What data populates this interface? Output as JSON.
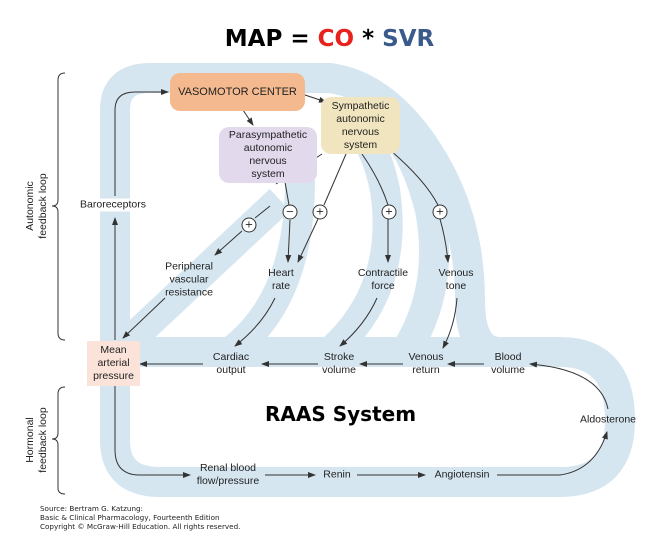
{
  "title": {
    "map": "MAP",
    "eq": "=",
    "co": "CO",
    "times": "*",
    "svr": "SVR",
    "colors": {
      "map": "#000000",
      "co": "#e8211c",
      "svr": "#3a5a8c"
    }
  },
  "colors": {
    "band": "#d6e6f0",
    "vasomotor": "#f4b98f",
    "parasympathetic": "#e2d9ec",
    "sympathetic": "#f1e5bf",
    "map_box": "#fbe3da",
    "arrow": "#333333"
  },
  "nodes": {
    "vasomotor": "VASOMOTOR CENTER",
    "sympathetic": "Sympathetic\nautonomic\nnervous\nsystem",
    "parasympathetic": "Parasympathetic\nautonomic\nnervous\nsystem",
    "baroreceptors": "Baroreceptors",
    "pvr": "Peripheral\nvascular\nresistance",
    "heart_rate": "Heart\nrate",
    "contractile": "Contractile\nforce",
    "venous_tone": "Venous\ntone",
    "map": "Mean\narterial\npressure",
    "cardiac_output": "Cardiac\noutput",
    "stroke_volume": "Stroke\nvolume",
    "venous_return": "Venous\nreturn",
    "blood_volume": "Blood\nvolume",
    "aldosterone": "Aldosterone",
    "renal": "Renal blood\nflow/pressure",
    "renin": "Renin",
    "angiotensin": "Angiotensin"
  },
  "signs": {
    "pvr": "+",
    "hr_para": "−",
    "hr_symp": "+",
    "contractile": "+",
    "venous_tone": "+"
  },
  "side_labels": {
    "autonomic": "Autonomic\nfeedback loop",
    "hormonal": "Hormonal\nfeedback loop"
  },
  "raas_label": "RAAS System",
  "source": "Source: Bertram G. Katzung:\nBasic & Clinical Pharmacology, Fourteenth Edition\nCopyright © McGraw-Hill Education. All rights reserved."
}
